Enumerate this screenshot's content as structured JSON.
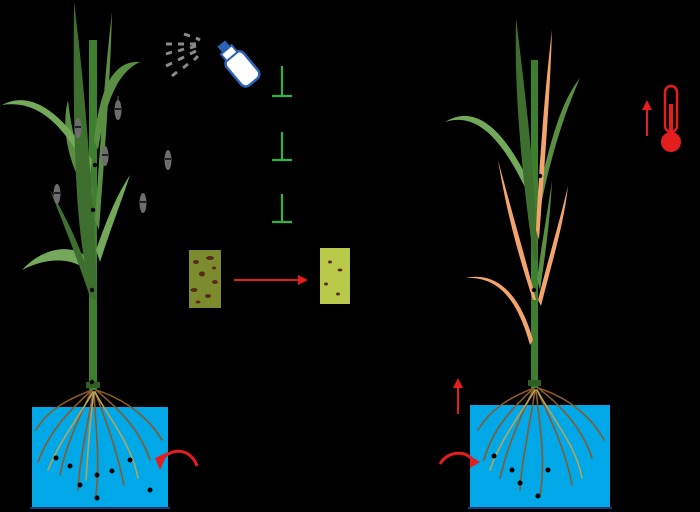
{
  "colors": {
    "background": "#000000",
    "water": "#00a8e8",
    "water_border": "#1d3b7a",
    "stem": "#3d7f2e",
    "leaf_light": "#74a85a",
    "leaf_mid": "#5a8f43",
    "leaf_dark": "#3f6f2f",
    "stressed_leaf": "#f2a46c",
    "root": "#8a5a2b",
    "root_light": "#b3a45a",
    "inhibit": "#2db34a",
    "arrow_red": "#e41e1e",
    "insect": "#6d6d6d",
    "spray_bottle": "#2b62b8",
    "spray_mist": "#8a8a8a",
    "thermometer": "#e41e1e",
    "leaf_patch_infected": "#7b8b2e",
    "leaf_patch_recovered": "#b9c94a",
    "lesion": "#5a2a1a"
  },
  "icons": {
    "spray": "spray-bottle-icon",
    "thermometer": "thermometer-icon",
    "insect": "insect-icon",
    "inhibit": "inhibition-symbol-icon",
    "curved_arrow": "curved-arrow-icon",
    "up_arrow": "up-arrow-icon"
  },
  "panels": {
    "left": {
      "inhibition_count": 3,
      "insect_count": 6,
      "particle_count": 8
    },
    "right": {
      "particle_count": 5,
      "stressed_leaf_count": 3
    }
  }
}
